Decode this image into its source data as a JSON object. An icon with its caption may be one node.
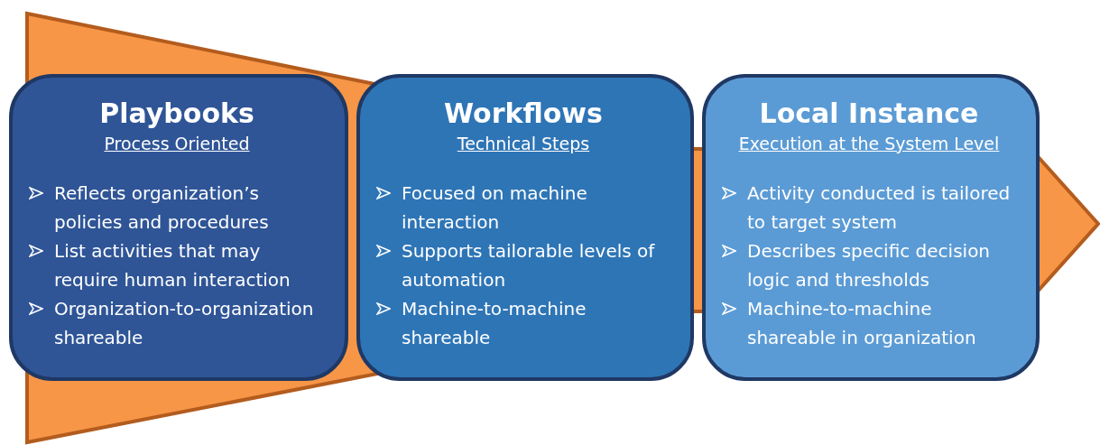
{
  "diagram": {
    "nodes": [
      {
        "text": [
          "Playbooks",
          "Process Oriented",
          "Reflects organization’s policies and procedures",
          "List activities that may require human interaction",
          "Organization-to-organization shareable"
        ]
      },
      {
        "text": [
          "Workflows",
          "Technical Steps",
          "Focused on machine interaction",
          "Supports tailorable levels of automation",
          "Machine-to-machine shareable"
        ]
      },
      {
        "text": [
          "Local Instance",
          "Execution at the System Level",
          "Activity conducted is tailored to target system",
          "Describes specific decision logic and thresholds",
          "Machine-to-machine shareable in organization"
        ]
      }
    ],
    "edges": []
  }
}
